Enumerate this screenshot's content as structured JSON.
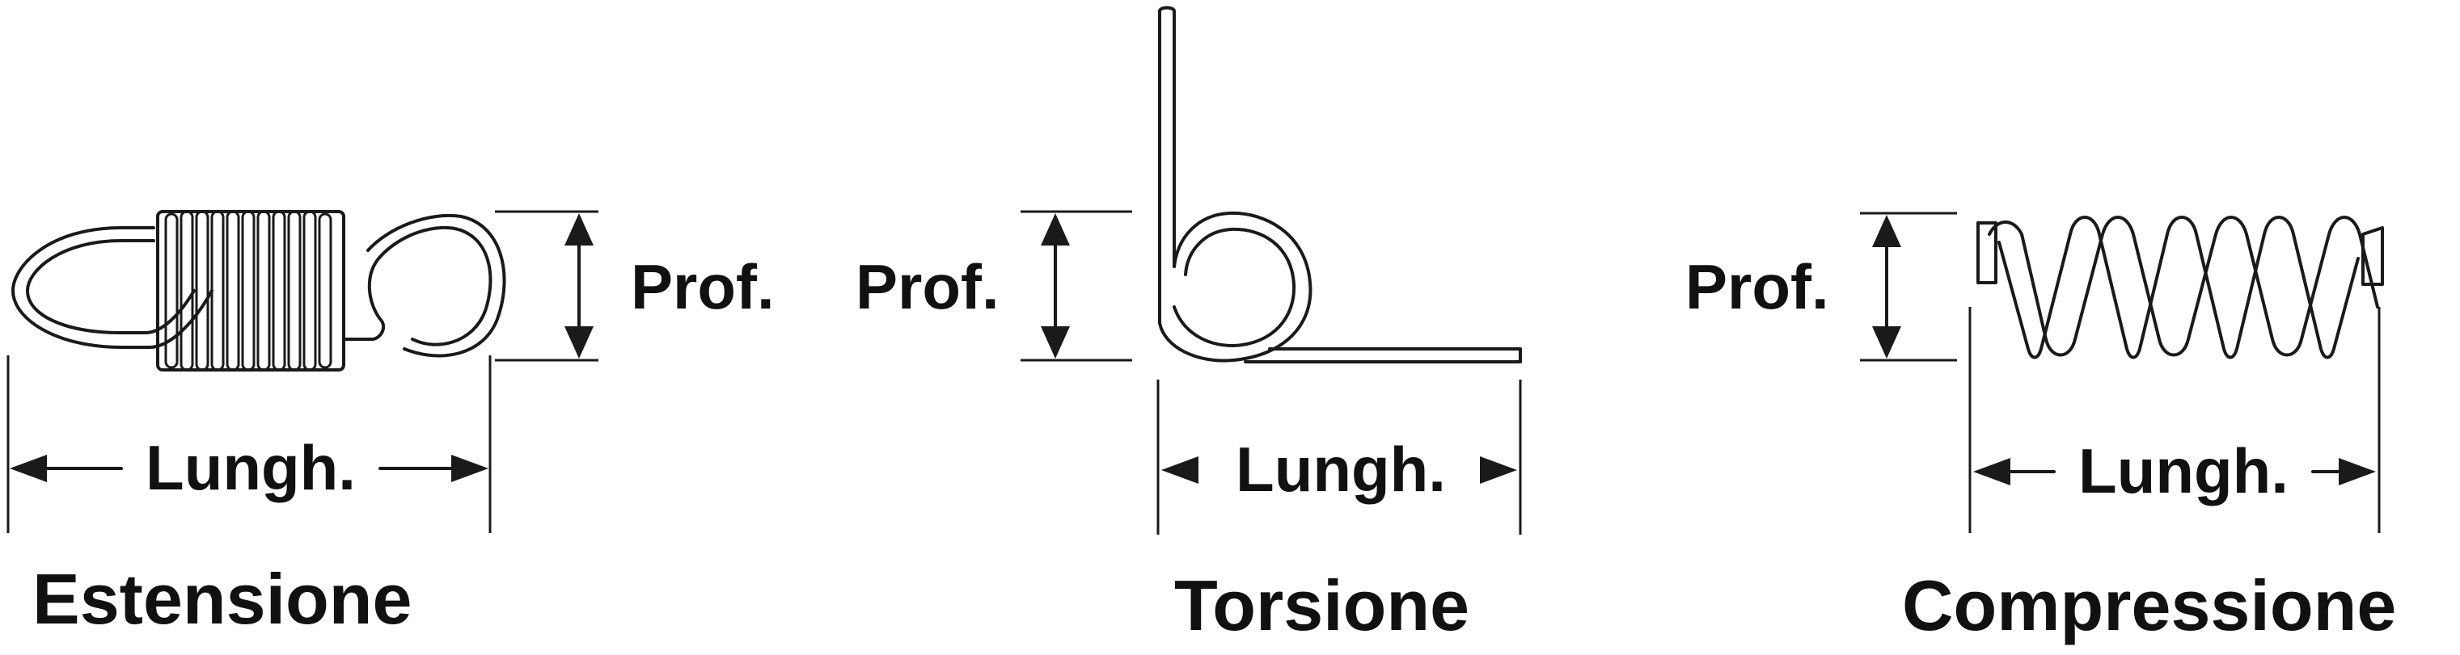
{
  "diagrams": {
    "extension": {
      "depth_label": "Prof.",
      "length_label": "Lungh.",
      "title": "Estensione"
    },
    "torsion": {
      "depth_label": "Prof.",
      "length_label": "Lungh.",
      "title": "Torsione"
    },
    "compression": {
      "depth_label": "Prof.",
      "length_label": "Lungh.",
      "title": "Compressione"
    }
  },
  "colors": {
    "ink": "#1a1a1a",
    "background": "#ffffff"
  }
}
